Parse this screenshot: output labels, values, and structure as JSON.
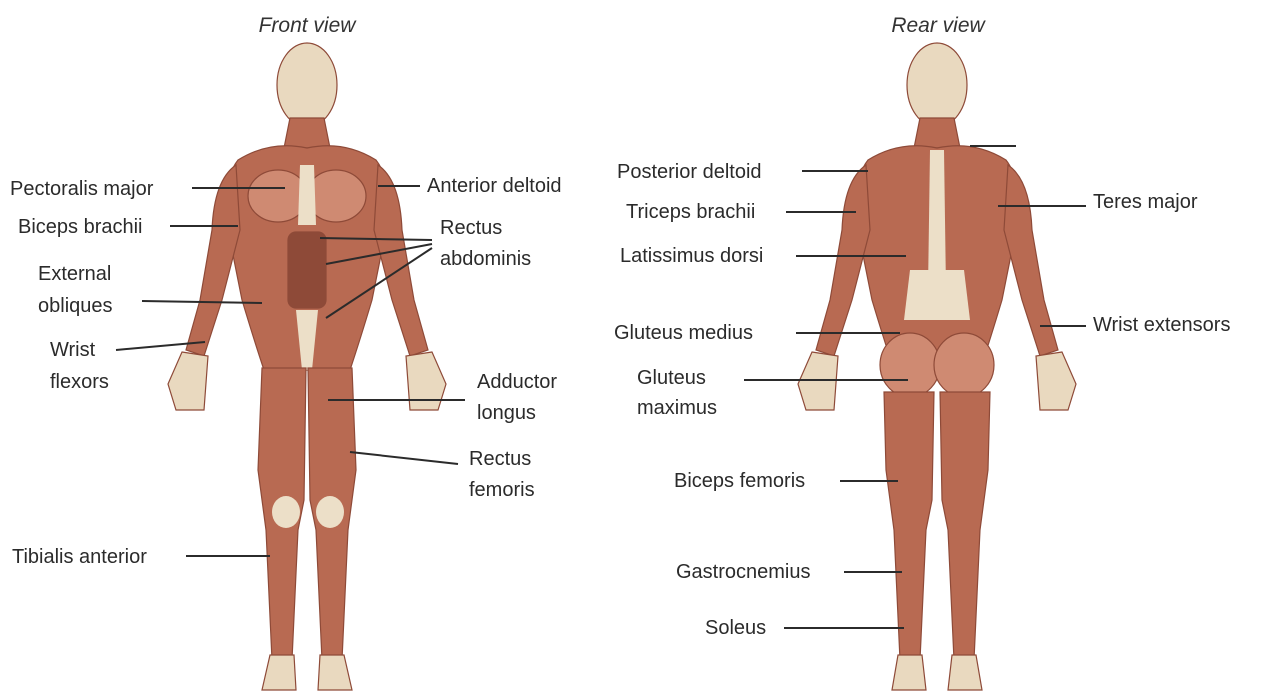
{
  "colors": {
    "muscle": "#b86a52",
    "muscle_dark": "#8e4a38",
    "muscle_light": "#cf8a72",
    "tendon": "#ecdfc8",
    "skin": "#e9d9bf",
    "text": "#2b2b2b"
  },
  "front": {
    "title": "Front view",
    "labels": {
      "pectoralis_major": "Pectoralis major",
      "anterior_deltoid": "Anterior deltoid",
      "biceps_brachii": "Biceps brachii",
      "rectus_abdominis_1": "Rectus",
      "rectus_abdominis_2": "abdominis",
      "external_obliques_1": "External",
      "external_obliques_2": "obliques",
      "wrist_flexors_1": "Wrist",
      "wrist_flexors_2": "flexors",
      "adductor_longus_1": "Adductor",
      "adductor_longus_2": "longus",
      "rectus_femoris_1": "Rectus",
      "rectus_femoris_2": "femoris",
      "tibialis_anterior": "Tibialis anterior"
    }
  },
  "rear": {
    "title": "Rear view",
    "labels": {
      "posterior_deltoid": "Posterior deltoid",
      "triceps_brachii": "Triceps brachii",
      "latissimus_dorsi": "Latissimus dorsi",
      "teres_major": "Teres major",
      "wrist_extensors": "Wrist extensors",
      "gluteus_medius": "Gluteus medius",
      "gluteus_maximus_1": "Gluteus",
      "gluteus_maximus_2": "maximus",
      "biceps_femoris": "Biceps femoris",
      "gastrocnemius": "Gastrocnemius",
      "soleus": "Soleus"
    }
  }
}
